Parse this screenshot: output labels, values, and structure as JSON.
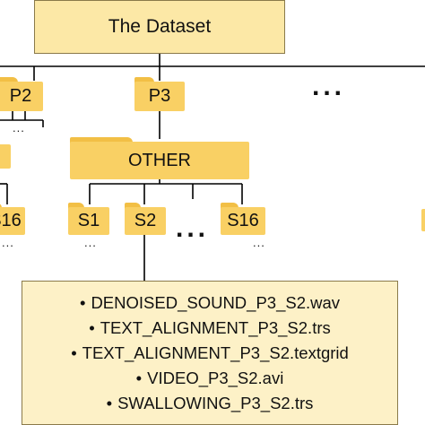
{
  "root": {
    "label": "The Dataset"
  },
  "participants": [
    {
      "label": "P2"
    },
    {
      "label": "P3"
    }
  ],
  "participants_more": "...",
  "category": {
    "label": "OTHER"
  },
  "left_partial_session": {
    "label": "S16"
  },
  "sessions": [
    {
      "label": "S1"
    },
    {
      "label": "S2"
    },
    {
      "label": "S16"
    }
  ],
  "sessions_more": "...",
  "small_ellipsis": "...",
  "files": [
    "DENOISED_SOUND_P3_S2.wav",
    "TEXT_ALIGNMENT_P3_S2.trs",
    "TEXT_ALIGNMENT_P3_S2.textgrid",
    "VIDEO_P3_S2.avi",
    "SWALLOWING_P3_S2.trs"
  ],
  "bullet": "•",
  "colors": {
    "box_fill": "#fce8a6",
    "folder_fill": "#f9d064",
    "folder_tab": "#f2bf45",
    "file_box_fill": "#fdf1c7",
    "line": "#000000"
  }
}
